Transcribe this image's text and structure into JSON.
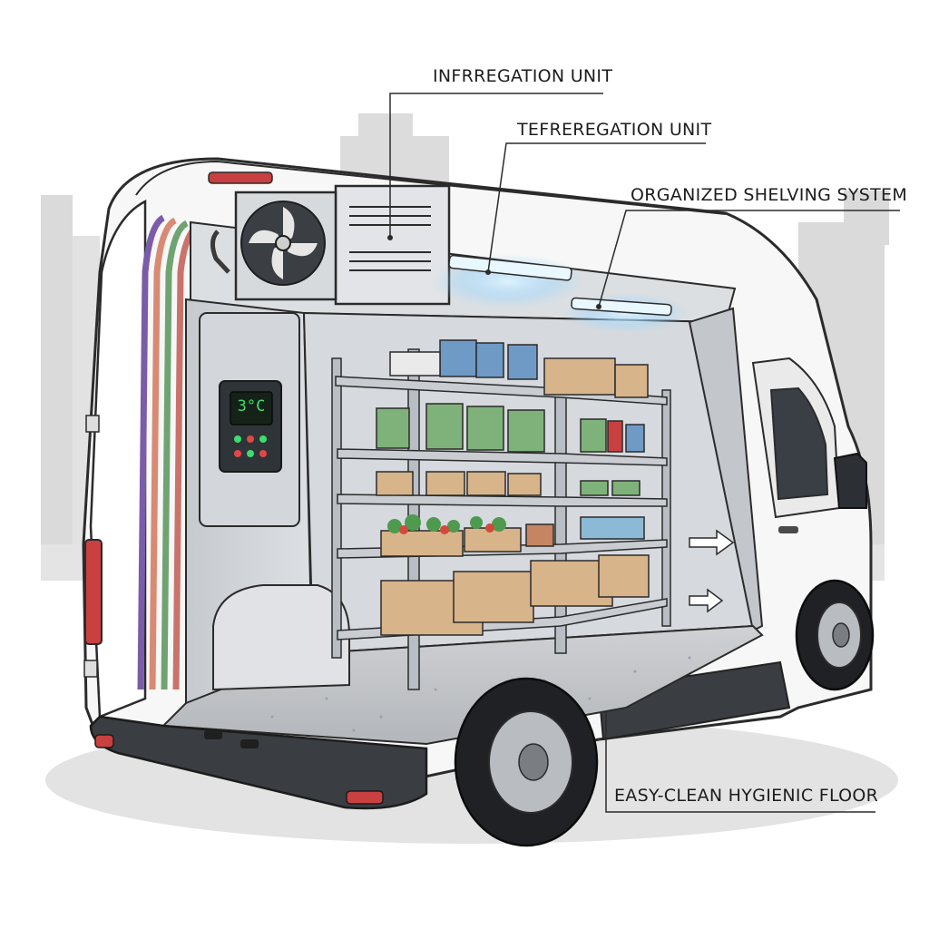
{
  "callouts": {
    "infrregation_unit": "INFRREGATION UNIT",
    "tefreregation_unit": "TEFREREGATION UNIT",
    "organized_shelving": "ORGANIZED SHELVING SYSTEM",
    "easy_clean_floor": "EASY-CLEAN HYGIENIC FLOOR"
  },
  "thermostat": {
    "temperature": "3°C"
  },
  "colors": {
    "van_body": "#f7f7f7",
    "interior_wall": "#cfd3d8",
    "floor": "#bfc2c6",
    "shelf_metal": "#9aa0a6",
    "led_glow": "#9fd8ff",
    "display_green": "#3ddc6e",
    "cardboard": "#d8b48a",
    "green_crate": "#7fb27a",
    "blue_crate": "#6f9ac6",
    "tail_light": "#c94040",
    "skyline": "#d9d9d9"
  }
}
